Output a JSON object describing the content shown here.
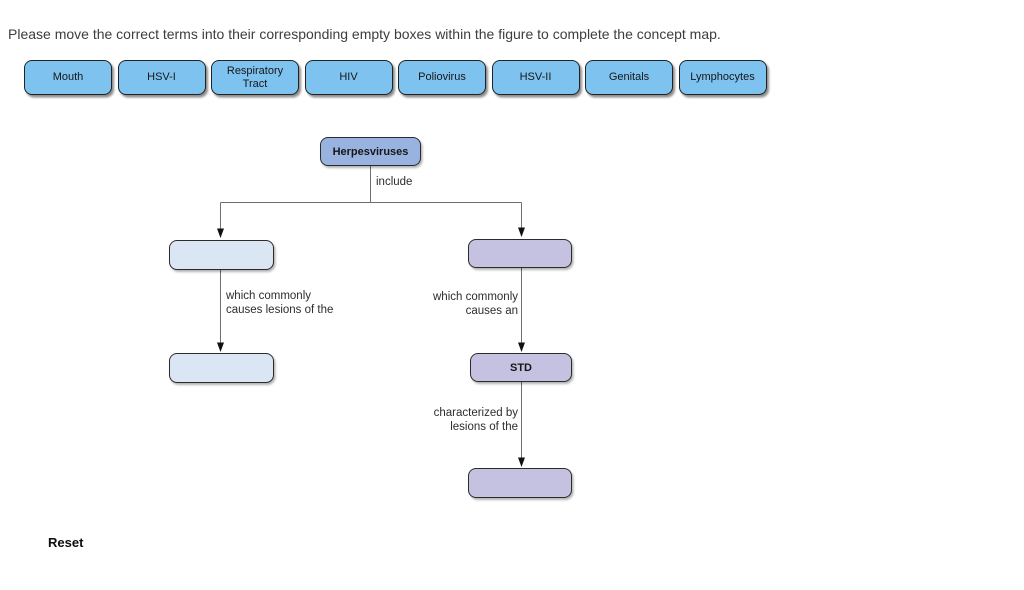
{
  "instruction": "Please move the correct terms into their corresponding empty boxes within the figure to complete the concept map.",
  "terms": [
    "Mouth",
    "HSV-I",
    "Respiratory Tract",
    "HIV",
    "Poliovirus",
    "HSV-II",
    "Genitals",
    "Lymphocytes"
  ],
  "figure": {
    "root_label": "Herpesviruses",
    "edge_include": "include",
    "edge_left_causes": "which commonly\ncauses lesions of the",
    "edge_right_causes": "which commonly\ncauses an",
    "std_label": "STD",
    "edge_characterized": "characterized by\nlesions of the",
    "empty_drop_boxes": {
      "left_branch_top": "",
      "left_branch_bottom": "",
      "right_branch_top": "",
      "right_branch_bottom": ""
    }
  },
  "reset_label": "Reset",
  "colors": {
    "term_chip_fill": "#7ec3f0",
    "root_node_fill": "#99b3e0",
    "left_branch_box_fill": "#dbe6f4",
    "right_branch_box_fill": "#c5c1e1",
    "node_border": "#2b2b2b",
    "connector_line": "#6e6e6e",
    "text": "#2d2d2d",
    "background": "#ffffff"
  }
}
